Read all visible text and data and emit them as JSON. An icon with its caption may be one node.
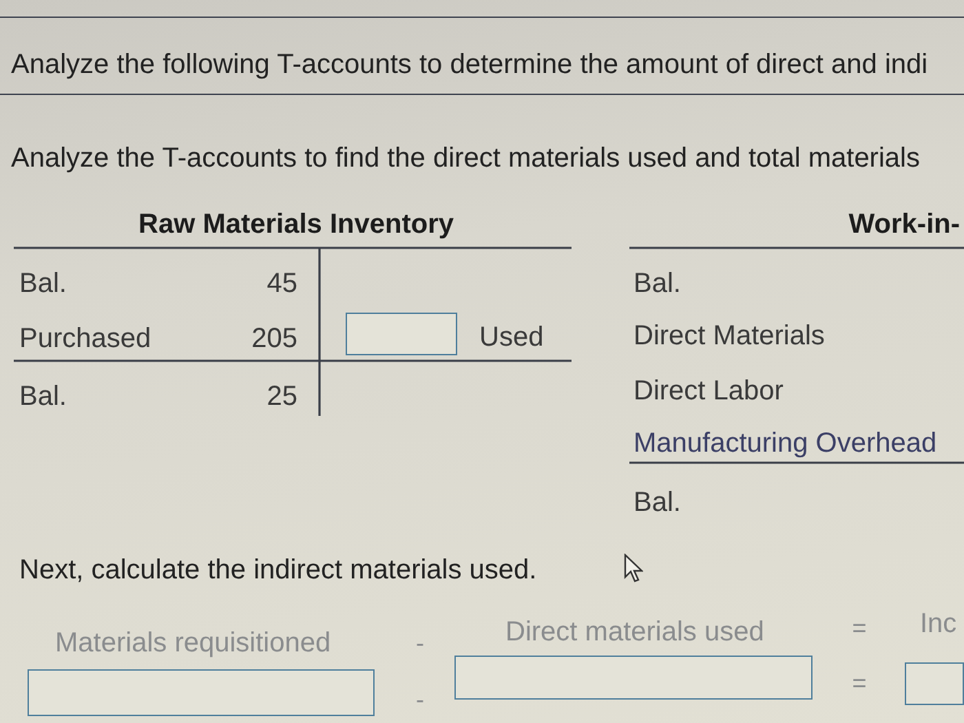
{
  "diagram": {
    "labels": [
      "Analyze the following T-accounts to determine the amount of direct and indi",
      "Analyze the T-accounts to find the direct materials used and total materials",
      "Raw Materials Inventory",
      "Work-in-",
      "Bal.",
      "45",
      "Bal.",
      "Purchased",
      "205",
      "Used",
      "Direct Materials",
      "Bal.",
      "25",
      "Direct Labor",
      "Manufacturing Overhead",
      "Bal.",
      "Next, calculate the indirect materials used.",
      "Materials requisitioned",
      "-",
      "Direct materials used",
      "=",
      "Inc",
      "-",
      "="
    ]
  }
}
